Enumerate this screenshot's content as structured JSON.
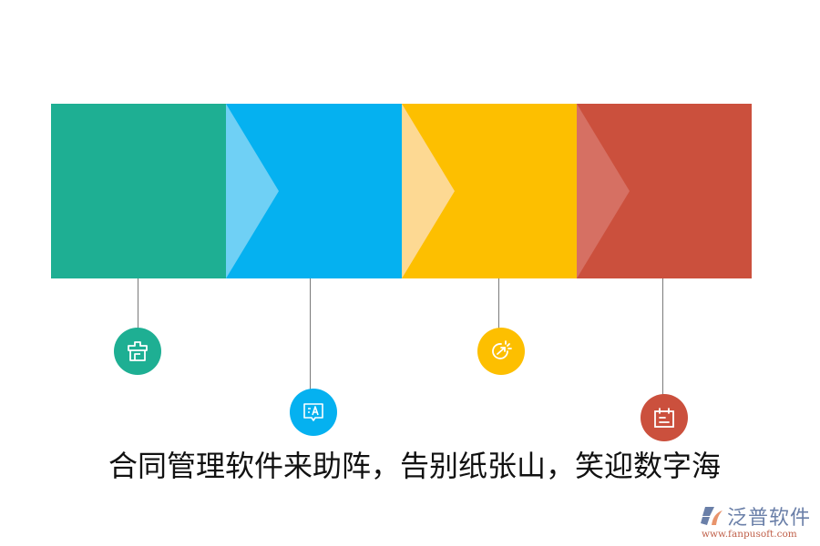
{
  "steps": [
    {
      "id": "step-1",
      "color": "#1eaf93",
      "arrow_color": null,
      "icon": "toolbox-icon",
      "icon_color": "#1eaf93"
    },
    {
      "id": "step-2",
      "color": "#05b1f0",
      "arrow_color": "#6fd0f5",
      "icon": "translate-chat-icon",
      "icon_color": "#05b1f0"
    },
    {
      "id": "step-3",
      "color": "#fdbf00",
      "arrow_color": "#fdd993",
      "icon": "growth-target-icon",
      "icon_color": "#fdbf00"
    },
    {
      "id": "step-4",
      "color": "#cb503d",
      "arrow_color": "#d67063",
      "icon": "calendar-icon",
      "icon_color": "#cb503d"
    }
  ],
  "caption": "合同管理软件来助阵，告别纸张山，笑迎数字海",
  "logo": {
    "name": "泛普软件",
    "url": "www.fanpusoft.com"
  }
}
